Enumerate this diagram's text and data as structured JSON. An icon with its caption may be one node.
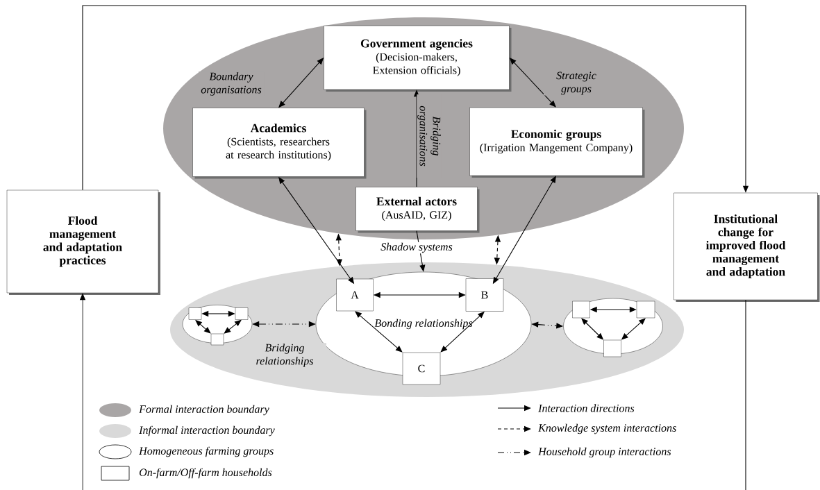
{
  "diagram": {
    "nodes": [
      {
        "text": [],
        "shape": "ellipse"
      },
      {
        "text": [
          "Government agencies",
          "(Decision-makers, Extension officials)"
        ],
        "in": 0
      },
      {
        "text": [
          "Academics",
          "(Scientists, researchers at research institutions)"
        ],
        "in": 0
      },
      {
        "text": [
          "Economic groups",
          "(Irrigation Mangement Company)"
        ],
        "in": 0
      },
      {
        "text": [
          "External actors",
          "(AusAID, GIZ)"
        ],
        "in": 0
      },
      {
        "text": [],
        "shape": "ellipse"
      },
      {
        "text": [
          "Bonding relationships"
        ],
        "in": 5
      },
      {
        "text": [
          "A"
        ],
        "in": 6
      },
      {
        "text": [
          "B"
        ],
        "in": 6
      },
      {
        "text": [
          "C"
        ],
        "in": 5
      },
      {
        "text": [],
        "shape": "ellipse",
        "in": 5
      },
      {
        "text": [],
        "shape": "box",
        "in": 10
      },
      {
        "text": [],
        "shape": "box",
        "in": 10
      },
      {
        "text": [],
        "shape": "box",
        "in": 10
      },
      {
        "text": [],
        "shape": "ellipse",
        "in": 5
      },
      {
        "text": [],
        "shape": "box",
        "in": 14
      },
      {
        "text": [],
        "shape": "box",
        "in": 14
      },
      {
        "text": [],
        "shape": "box",
        "in": 14
      },
      {
        "text": [
          "Flood management and adaptation practices"
        ]
      },
      {
        "text": [
          "Institutional change for improved flood management and adaptation"
        ]
      }
    ],
    "edges": [
      {
        "from": 2,
        "to": 1,
        "arrow": "both",
        "label": "Boundary organisations"
      },
      {
        "from": 1,
        "to": 3,
        "arrow": "both",
        "label": "Strategic groups"
      },
      {
        "from": 4,
        "to": 1,
        "arrow": "to",
        "label": "Bridging organisations"
      },
      {
        "from": 4,
        "to": 6,
        "arrow": "to",
        "label": "Shadow systems"
      },
      {
        "from": 6,
        "to": 2,
        "arrow": "both"
      },
      {
        "from": 6,
        "to": 3,
        "arrow": "both"
      },
      {
        "from": 0,
        "to": 5,
        "arrow": "both",
        "style": "dashed"
      },
      {
        "from": 0,
        "to": 5,
        "arrow": "both",
        "style": "dashed"
      },
      {
        "from": 7,
        "to": 8,
        "arrow": "both"
      },
      {
        "from": 7,
        "to": 9,
        "arrow": "both"
      },
      {
        "from": 8,
        "to": 9,
        "arrow": "both"
      },
      {
        "from": 10,
        "to": 6,
        "arrow": "both",
        "style": "dashed",
        "label": "Bridging relationships"
      },
      {
        "from": 6,
        "to": 14,
        "arrow": "both",
        "style": "dashed"
      },
      {
        "from": 11,
        "to": 12,
        "arrow": "both"
      },
      {
        "from": 11,
        "to": 13,
        "arrow": "both"
      },
      {
        "from": 12,
        "to": 13,
        "arrow": "both"
      },
      {
        "from": 15,
        "to": 16,
        "arrow": "both"
      },
      {
        "from": 15,
        "to": 17,
        "arrow": "both"
      },
      {
        "from": 16,
        "to": 17,
        "arrow": "both"
      },
      {
        "from": 18,
        "to": 19,
        "arrow": "to"
      },
      {
        "from": 19,
        "to": null,
        "arrow": "none"
      },
      {
        "from": null,
        "to": 18,
        "arrow": "to"
      }
    ],
    "legend": [
      {
        "text": "Formal interaction boundary",
        "color": "#a9a6a6"
      },
      {
        "text": "Informal interaction boundary",
        "color": "#d9d9d9"
      },
      {
        "text": "Homogeneous farming groups"
      },
      {
        "text": "On-farm/Off-farm households"
      },
      {
        "text": "Interaction directions"
      },
      {
        "text": "Knowledge system interactions"
      },
      {
        "text": "Household group interactions"
      }
    ]
  }
}
